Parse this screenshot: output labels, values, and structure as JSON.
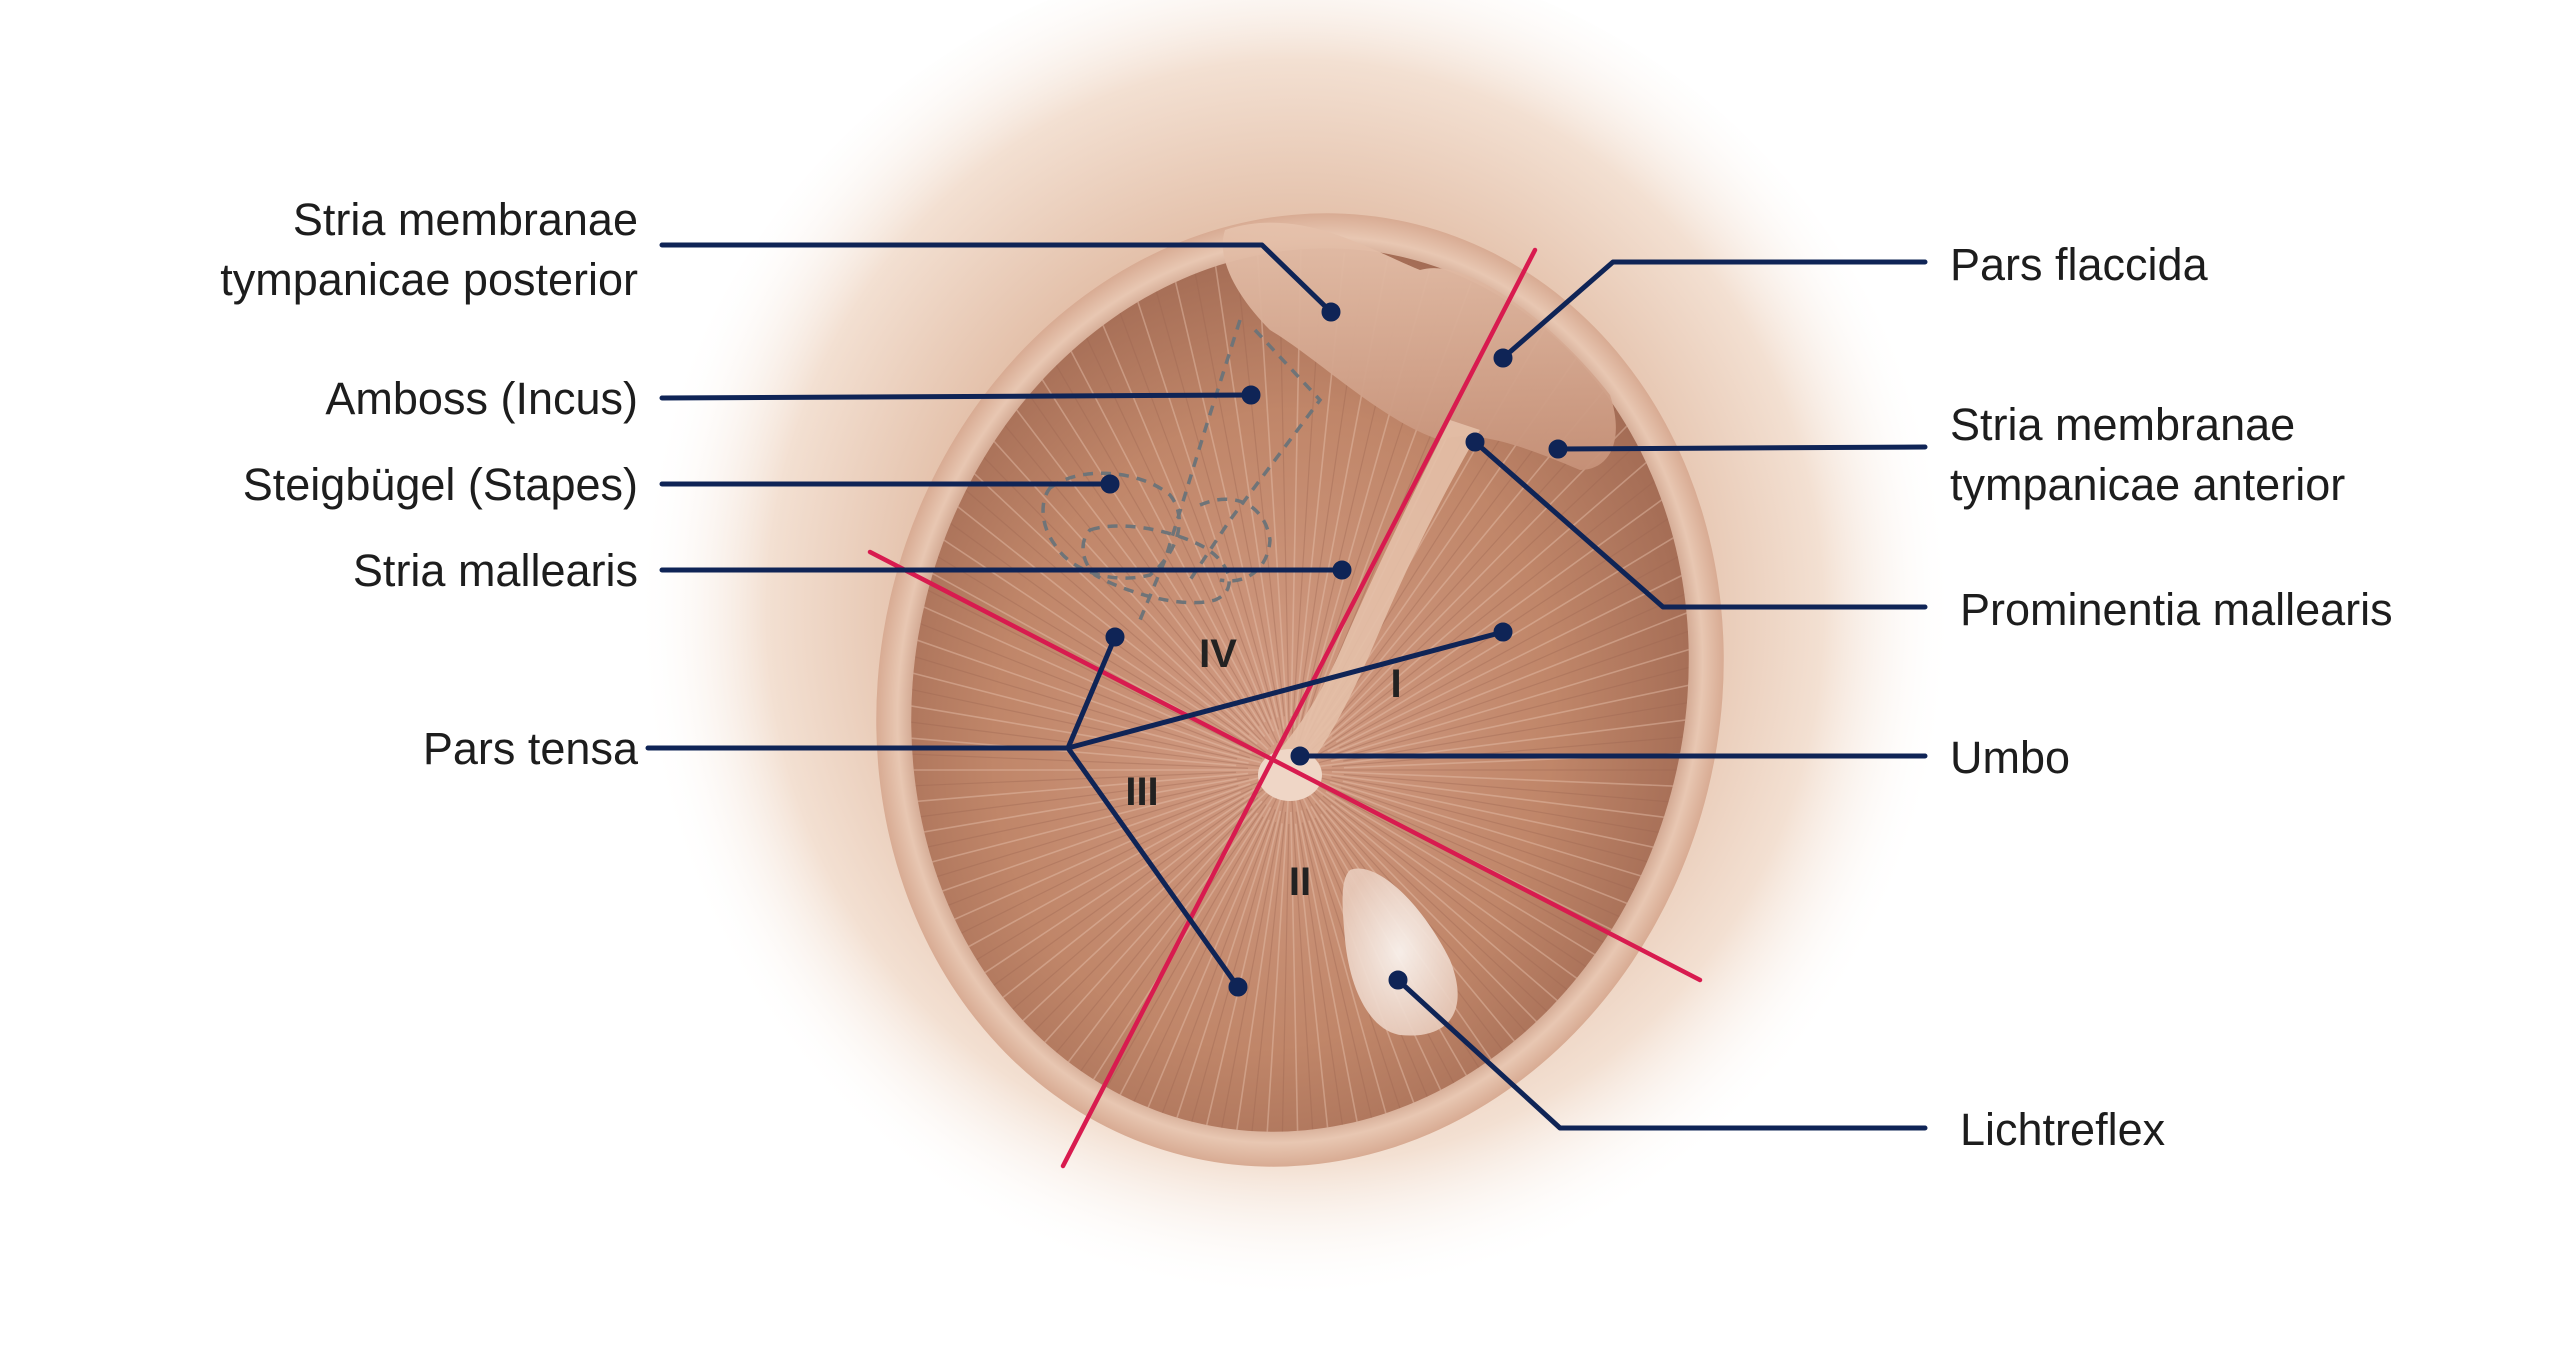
{
  "colors": {
    "leader": "#0f2456",
    "quadrant_line": "#d81b4f",
    "membrane": "#c99179",
    "membrane_dark": "#8e5a45",
    "canal": "#f0d8c6",
    "light_reflex": "#f4ece6"
  },
  "labels": {
    "stria_posterior_line1": "Stria membranae",
    "stria_posterior_line2": "tympanicae posterior",
    "amboss": "Amboss (Incus)",
    "steigbuegel": "Steigbügel (Stapes)",
    "stria_mallearis": "Stria mallearis",
    "pars_tensa": "Pars tensa",
    "pars_flaccida": "Pars flaccida",
    "stria_anterior_line1": "Stria membranae",
    "stria_anterior_line2": "tympanicae anterior",
    "prominentia": "Prominentia mallearis",
    "umbo": "Umbo",
    "lichtreflex": "Lichtreflex"
  },
  "quadrants": {
    "q1": "I",
    "q2": "II",
    "q3": "III",
    "q4": "IV"
  }
}
